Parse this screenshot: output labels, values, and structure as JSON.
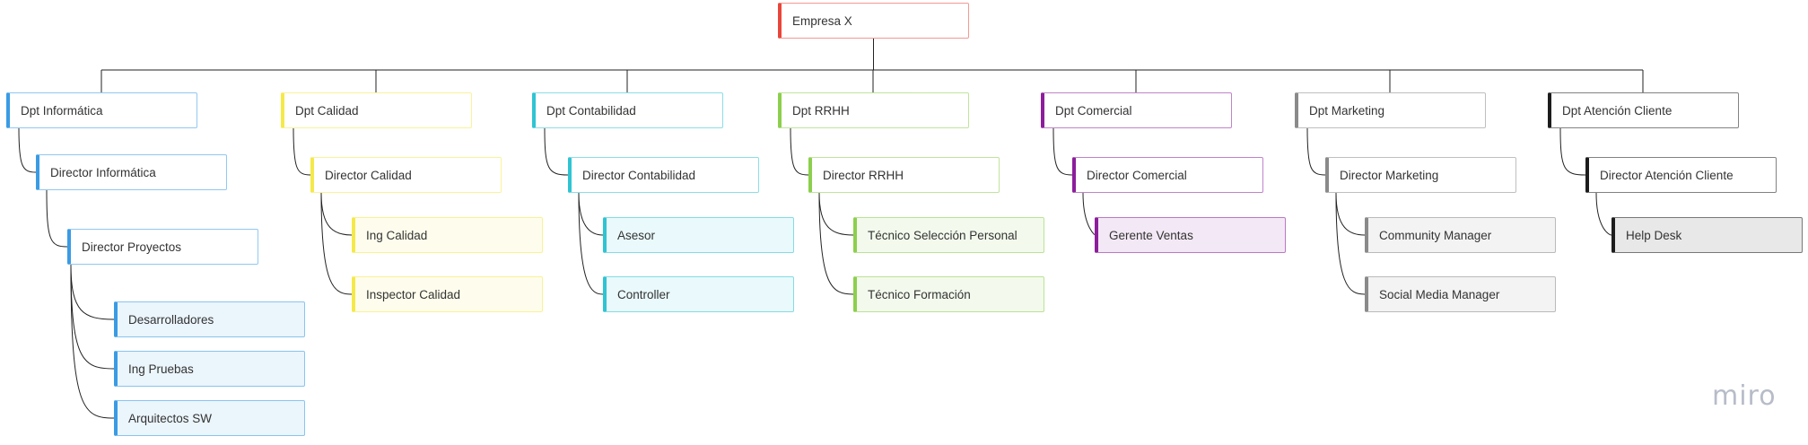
{
  "diagram": {
    "colors": {
      "root": "#e8463a",
      "informatica": "#3a9be4",
      "calidad": "#f5e94a",
      "contabilidad": "#2fc4d3",
      "rrhh": "#8ccf4d",
      "comercial": "#8c1e9b",
      "marketing": "#8a8a8a",
      "atencion": "#1c1c1c"
    },
    "root": {
      "label": "Empresa X"
    },
    "departments": [
      {
        "label": "Dpt Informática",
        "color_key": "informatica",
        "director": "Director Informática",
        "sub": "Director Proyectos",
        "leaves": [
          "Desarrolladores",
          "Ing Pruebas",
          "Arquitectos SW"
        ]
      },
      {
        "label": "Dpt Calidad",
        "color_key": "calidad",
        "director": "Director Calidad",
        "leaves": [
          "Ing Calidad",
          "Inspector Calidad"
        ]
      },
      {
        "label": "Dpt Contabilidad",
        "color_key": "contabilidad",
        "director": "Director Contabilidad",
        "leaves": [
          "Asesor",
          "Controller"
        ]
      },
      {
        "label": "Dpt RRHH",
        "color_key": "rrhh",
        "director": "Director RRHH",
        "leaves": [
          "Técnico Selección Personal",
          "Técnico Formación"
        ]
      },
      {
        "label": "Dpt Comercial",
        "color_key": "comercial",
        "director": "Director Comercial",
        "leaves": [
          "Gerente Ventas"
        ]
      },
      {
        "label": "Dpt Marketing",
        "color_key": "marketing",
        "director": "Director Marketing",
        "leaves": [
          "Community Manager",
          "Social Media Manager"
        ]
      },
      {
        "label": "Dpt Atención Cliente",
        "color_key": "atencion",
        "director": "Director Atención Cliente",
        "leaves": [
          "Help Desk"
        ]
      }
    ]
  },
  "watermark": "miro"
}
